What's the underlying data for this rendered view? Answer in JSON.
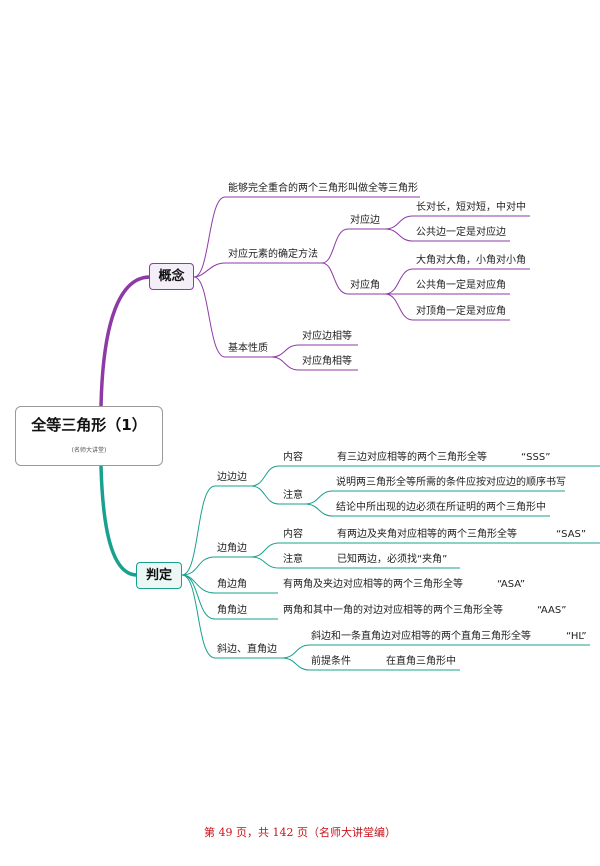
{
  "root": {
    "title": "全等三角形（1）",
    "subtitle": "(名师大讲堂)"
  },
  "colors": {
    "concept": "#8e3aa6",
    "judge": "#19a08f",
    "footer": "#c8141d"
  },
  "concept": {
    "label": "概念",
    "definition": "能够完全重合的两个三角形叫做全等三角形",
    "method": {
      "label": "对应元素的确定方法",
      "side": {
        "label": "对应边",
        "items": [
          "长对长，短对短，中对中",
          "公共边一定是对应边"
        ]
      },
      "angle": {
        "label": "对应角",
        "items": [
          "大角对大角，小角对小角",
          "公共角一定是对应角",
          "对顶角一定是对应角"
        ]
      }
    },
    "property": {
      "label": "基本性质",
      "items": [
        "对应边相等",
        "对应角相等"
      ]
    }
  },
  "judge": {
    "label": "判定",
    "sss": {
      "label": "边边边",
      "content_label": "内容",
      "content": "有三边对应相等的两个三角形全等",
      "code": "“SSS”",
      "note_label": "注意",
      "notes": [
        "说明两三角形全等所需的条件应按对应边的顺序书写",
        "结论中所出现的边必须在所证明的两个三角形中"
      ]
    },
    "sas": {
      "label": "边角边",
      "content_label": "内容",
      "content": "有两边及夹角对应相等的两个三角形全等",
      "code": "“SAS”",
      "note_label": "注意",
      "note": "已知两边，必须找“夹角”"
    },
    "asa": {
      "label": "角边角",
      "content": "有两角及夹边对应相等的两个三角形全等",
      "code": "“ASA”"
    },
    "aas": {
      "label": "角角边",
      "content": "两角和其中一角的对边对应相等的两个三角形全等",
      "code": "“AAS”"
    },
    "hl": {
      "label": "斜边、直角边",
      "content": "斜边和一条直角边对应相等的两个直角三角形全等",
      "code": "“HL”",
      "premise_label": "前提条件",
      "premise": "在直角三角形中"
    }
  },
  "footer": "第 49 页，共 142 页（名师大讲堂编）"
}
